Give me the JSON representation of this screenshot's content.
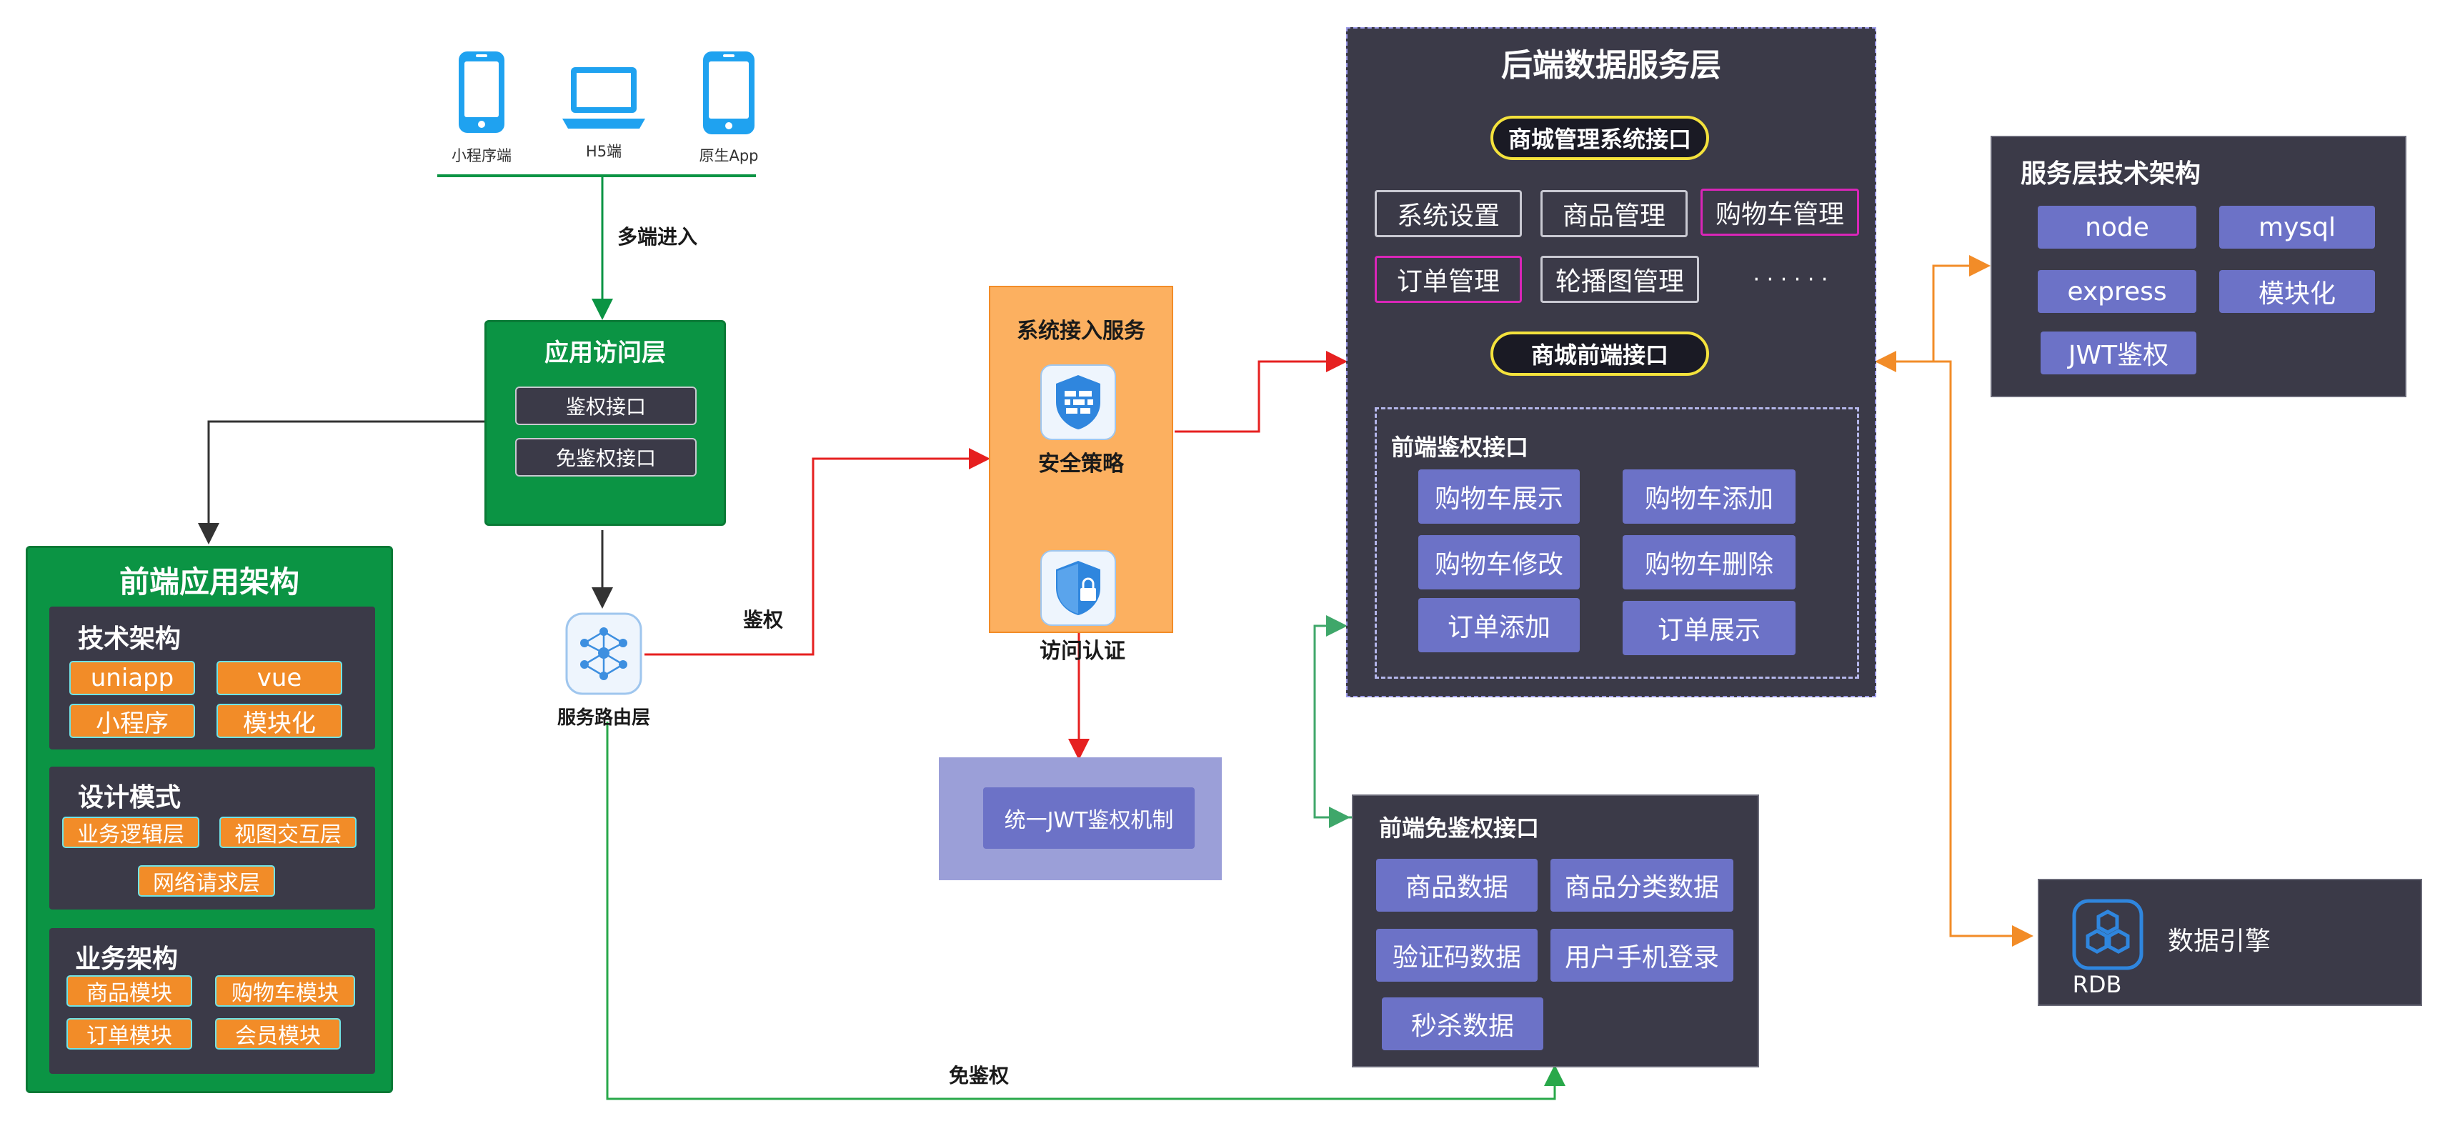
{
  "devices": [
    {
      "icon": "phone-icon",
      "label": "小程序端"
    },
    {
      "icon": "laptop-icon",
      "label": "H5端"
    },
    {
      "icon": "phone-icon",
      "label": "原生App"
    }
  ],
  "edges": {
    "multi_entry": "多端进入",
    "auth": "鉴权",
    "no_auth": "免鉴权"
  },
  "app_access_layer": {
    "title": "应用访问层",
    "buttons": [
      "鉴权接口",
      "免鉴权接口"
    ]
  },
  "service_router": {
    "label": "服务路由层",
    "icon": "network-hub-icon"
  },
  "frontend_arch": {
    "title": "前端应用架构",
    "tech": {
      "title": "技术架构",
      "items": [
        "uniapp",
        "vue",
        "小程序",
        "模块化"
      ]
    },
    "design": {
      "title": "设计模式",
      "items": [
        "业务逻辑层",
        "视图交互层",
        "网络请求层"
      ]
    },
    "business": {
      "title": "业务架构",
      "items": [
        "商品模块",
        "购物车模块",
        "订单模块",
        "会员模块"
      ]
    }
  },
  "system_access": {
    "title": "系统接入服务",
    "security": {
      "label": "安全策略",
      "icon": "firewall-shield-icon"
    },
    "auth": {
      "label": "访问认证",
      "icon": "lock-shield-icon"
    }
  },
  "jwt": {
    "label": "统一JWT鉴权机制"
  },
  "backend": {
    "title": "后端数据服务层",
    "mall_admin_api": "商城管理系统接口",
    "admin_items": [
      "系统设置",
      "商品管理",
      "购物车管理",
      "订单管理",
      "轮播图管理"
    ],
    "ellipsis": "· · · · · ·",
    "mall_front_api": "商城前端接口",
    "front_auth": {
      "title": "前端鉴权接口",
      "items": [
        "购物车展示",
        "购物车添加",
        "购物车修改",
        "购物车删除",
        "订单添加",
        "订单展示"
      ]
    }
  },
  "free_auth": {
    "title": "前端免鉴权接口",
    "items": [
      "商品数据",
      "商品分类数据",
      "验证码数据",
      "用户手机登录",
      "秒杀数据"
    ]
  },
  "service_stack": {
    "title": "服务层技术架构",
    "items": [
      "node",
      "mysql",
      "express",
      "模块化",
      "JWT鉴权"
    ]
  },
  "data_engine": {
    "badge": "RDB",
    "label": "数据引擎",
    "icon": "rdb-hexagon-icon"
  },
  "colors": {
    "green": "#0b9444",
    "orange": "#f28c28",
    "dark": "#3b3a48",
    "purple": "#6c72c7",
    "red": "#e62020",
    "yellow": "#f4e23c",
    "magenta": "#d926b8",
    "edge_green": "#29a84a"
  }
}
